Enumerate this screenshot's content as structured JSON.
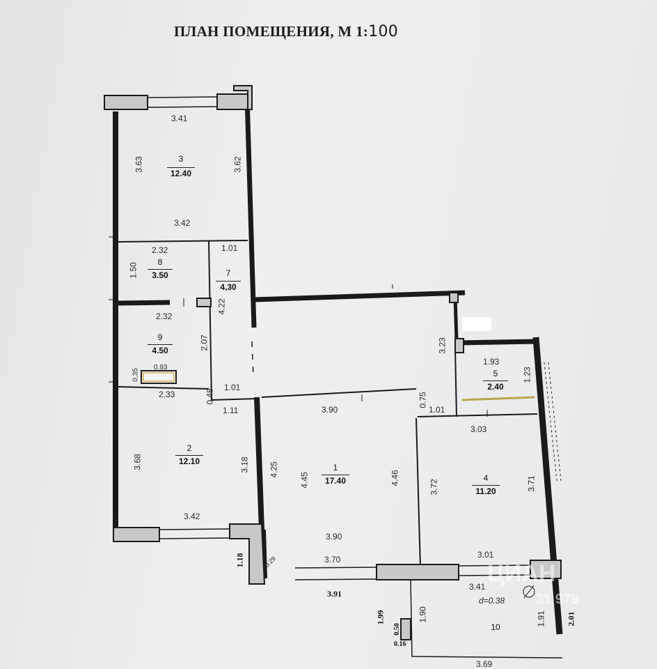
{
  "title": {
    "main": "ПЛАН ПОМЕЩЕНИЯ, М 1:",
    "scale": "100"
  },
  "rooms": [
    {
      "number": "3",
      "area": "12.40"
    },
    {
      "number": "8",
      "area": "3.50"
    },
    {
      "number": "7",
      "area": "4,30"
    },
    {
      "number": "9",
      "area": "4.50"
    },
    {
      "number": "5",
      "area": "2.40"
    },
    {
      "number": "2",
      "area": "12.10"
    },
    {
      "number": "1",
      "area": "17.40"
    },
    {
      "number": "4",
      "area": "11.20"
    },
    {
      "number": "10",
      "area": ""
    }
  ],
  "dimensions": {
    "r3_top": "3.41",
    "r3_left": "3.63",
    "r3_right": "3.62",
    "r3_bottom": "3.42",
    "r8_top": "2.32",
    "r8_left": "1.50",
    "r7_top": "1.01",
    "r7_side": "4.22",
    "r9_top": "2.32",
    "r9_right": "2.07",
    "r9_niche_h": "0.35",
    "r9_niche_w": "0.93",
    "r9_bottom": "2.33",
    "gap_048": "0.48",
    "r7_bottom": "1.01",
    "r2_top": "1.11",
    "hall_323": "3.23",
    "r5_top": "1.93",
    "r5_right": "1.23",
    "gap_075": "0.75",
    "gap_101": "1.01",
    "r1_top": "3.90",
    "r1_left_a": "4.25",
    "r1_left_b": "4.45",
    "r1_right": "4.46",
    "r1_bottom": "3.90",
    "r1_window": "3.70",
    "r1_corner": "0.29",
    "r2_left": "3.68",
    "r2_right": "3.18",
    "r2_bottom": "3.42",
    "r4_top": "3.03",
    "r4_left": "3.72",
    "r4_right": "3.71",
    "r4_bottom": "3.01",
    "ext_118": "1.18",
    "ext_391": "3.91",
    "bal_top": "3.41",
    "bal_d": "d=0.38",
    "bal_left_outer": "1.99",
    "bal_left": "1.90",
    "bal_right": "1.91",
    "bal_right_outer": "2.01",
    "bal_050": "0.50",
    "bal_016": "0.16",
    "bal_bottom": "3.69"
  },
  "watermark": {
    "brand": "ЦИАН",
    "id": "31 979"
  }
}
